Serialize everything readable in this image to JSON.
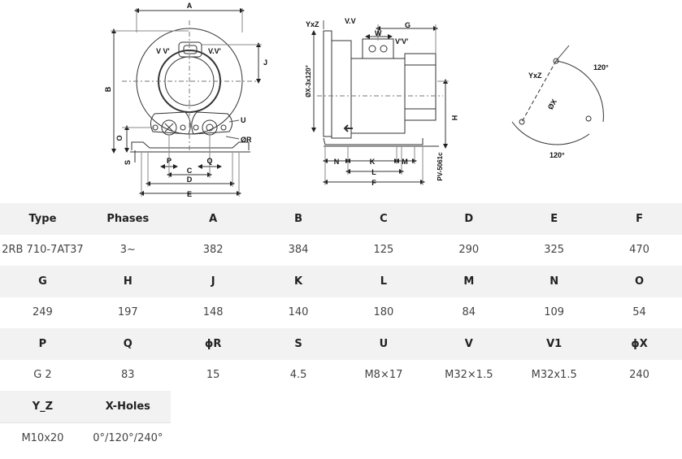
{
  "drawing": {
    "front": {
      "labels": {
        "a": "A",
        "b": "B",
        "c": "C",
        "d": "D",
        "e": "E",
        "j": "J",
        "o": "O",
        "p": "P",
        "q": "Q",
        "s": "S",
        "u": "U",
        "r": "ØR",
        "v": "V V'",
        "vv": "V.V'"
      }
    },
    "side": {
      "labels": {
        "yxz": "YxZ",
        "vv": "V.V",
        "w": "W",
        "g": "G",
        "vv2": "V'V'",
        "x": "ØX-3x120°",
        "h": "H",
        "n": "N",
        "k": "K",
        "m": "M",
        "l": "L",
        "f": "F",
        "code": "PV-5061c"
      }
    },
    "flange": {
      "labels": {
        "yxz": "YxZ",
        "x": "ØX",
        "angle1": "120°",
        "angle2": "120°"
      }
    }
  },
  "specs": {
    "rows": [
      {
        "headers": [
          "Type",
          "Phases",
          "A",
          "B",
          "C",
          "D",
          "E",
          "F"
        ],
        "values": [
          "2RB 710-7AT37",
          "3~",
          "382",
          "384",
          "125",
          "290",
          "325",
          "470"
        ]
      },
      {
        "headers": [
          "G",
          "H",
          "J",
          "K",
          "L",
          "M",
          "N",
          "O"
        ],
        "values": [
          "249",
          "197",
          "148",
          "140",
          "180",
          "84",
          "109",
          "54"
        ]
      },
      {
        "headers": [
          "P",
          "Q",
          "ϕR",
          "S",
          "U",
          "V",
          "V1",
          "ϕX"
        ],
        "values": [
          "G 2",
          "83",
          "15",
          "4.5",
          "M8×17",
          "M32×1.5",
          "M32x1.5",
          "240"
        ]
      },
      {
        "headers": [
          "Y_Z",
          "X-Holes"
        ],
        "values": [
          "M10x20",
          "0°/120°/240°"
        ]
      }
    ]
  }
}
